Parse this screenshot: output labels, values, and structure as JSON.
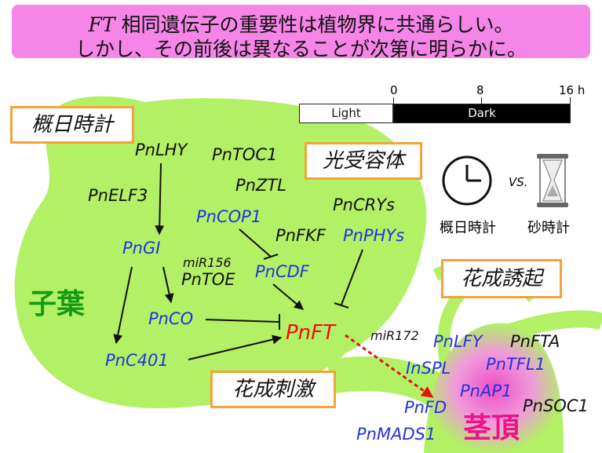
{
  "banner": {
    "line1_ft": "FT",
    "line1_rest": "相同遺伝子の重要性は植物界に共通らしい。",
    "line2": "しかし、その前後は異なることが次第に明らかに。"
  },
  "timeline": {
    "light_label": "Light",
    "dark_label": "Dark",
    "tick_0": "0",
    "tick_8": "8",
    "tick_16": "16 h"
  },
  "clocks": {
    "vs_label": "VS.",
    "circadian_label": "概日時計",
    "hourglass_label": "砂時計"
  },
  "categories": {
    "circadian": "概日時計",
    "photoreceptor": "光受容体",
    "flower_induction": "花成誘起",
    "floral_stimulus": "花成刺激"
  },
  "organs": {
    "cotyledon": "子葉",
    "shoot_apex": "茎頂"
  },
  "genes": {
    "PnLHY": "PnLHY",
    "PnTOC1": "PnTOC1",
    "PnELF3": "PnELF3",
    "PnZTL": "PnZTL",
    "PnCRYs": "PnCRYs",
    "PnCOP1": "PnCOP1",
    "PnFKF": "PnFKF",
    "PnPHYs": "PnPHYs",
    "PnGI": "PnGI",
    "miR156": "miR156",
    "PnTOE": "PnTOE",
    "PnCDF": "PnCDF",
    "PnCO": "PnCO",
    "PnFT": "PnFT",
    "PnC401": "PnC401",
    "miR172": "miR172",
    "PnLFY": "PnLFY",
    "PnFTA": "PnFTA",
    "InSPL": "InSPL",
    "PnTFL1": "PnTFL1",
    "PnAP1": "PnAP1",
    "PnSOC1": "PnSOC1",
    "PnFD": "PnFD",
    "PnMADS1": "PnMADS1"
  },
  "colors": {
    "banner": "#f586e8",
    "plant": "#b2f066",
    "label_border": "#f5a238",
    "cotyledon_text": "#159a15",
    "apex_text": "#ee1188",
    "ft_text": "#ee1111",
    "blue_gene": "#2233dd"
  }
}
